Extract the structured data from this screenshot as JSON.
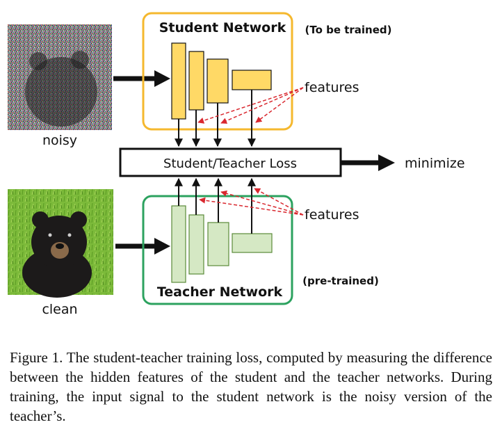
{
  "diagram": {
    "student_title": "Student Network",
    "student_note": "(To be trained)",
    "teacher_title": "Teacher Network",
    "teacher_note": "(pre-trained)",
    "loss_label": "Student/Teacher Loss",
    "minimize_label": "minimize",
    "features_label_top": "features",
    "features_label_bottom": "features",
    "noisy_label": "noisy",
    "clean_label": "clean"
  },
  "colors": {
    "student_border": "#f5b82e",
    "student_block_fill": "#ffd966",
    "teacher_border": "#2ca25f",
    "teacher_block_fill": "#d5e8c4",
    "teacher_block_stroke": "#5a8a3a",
    "feature_arrow": "#d9272e",
    "bear_fur": "#1c1a1a",
    "grass": "#7cba3a"
  },
  "caption": "Figure 1. The student-teacher training loss, computed by measuring the difference between the hidden features of the student and the teacher networks. During training, the input signal to the student network is the noisy version of the teacher’s."
}
